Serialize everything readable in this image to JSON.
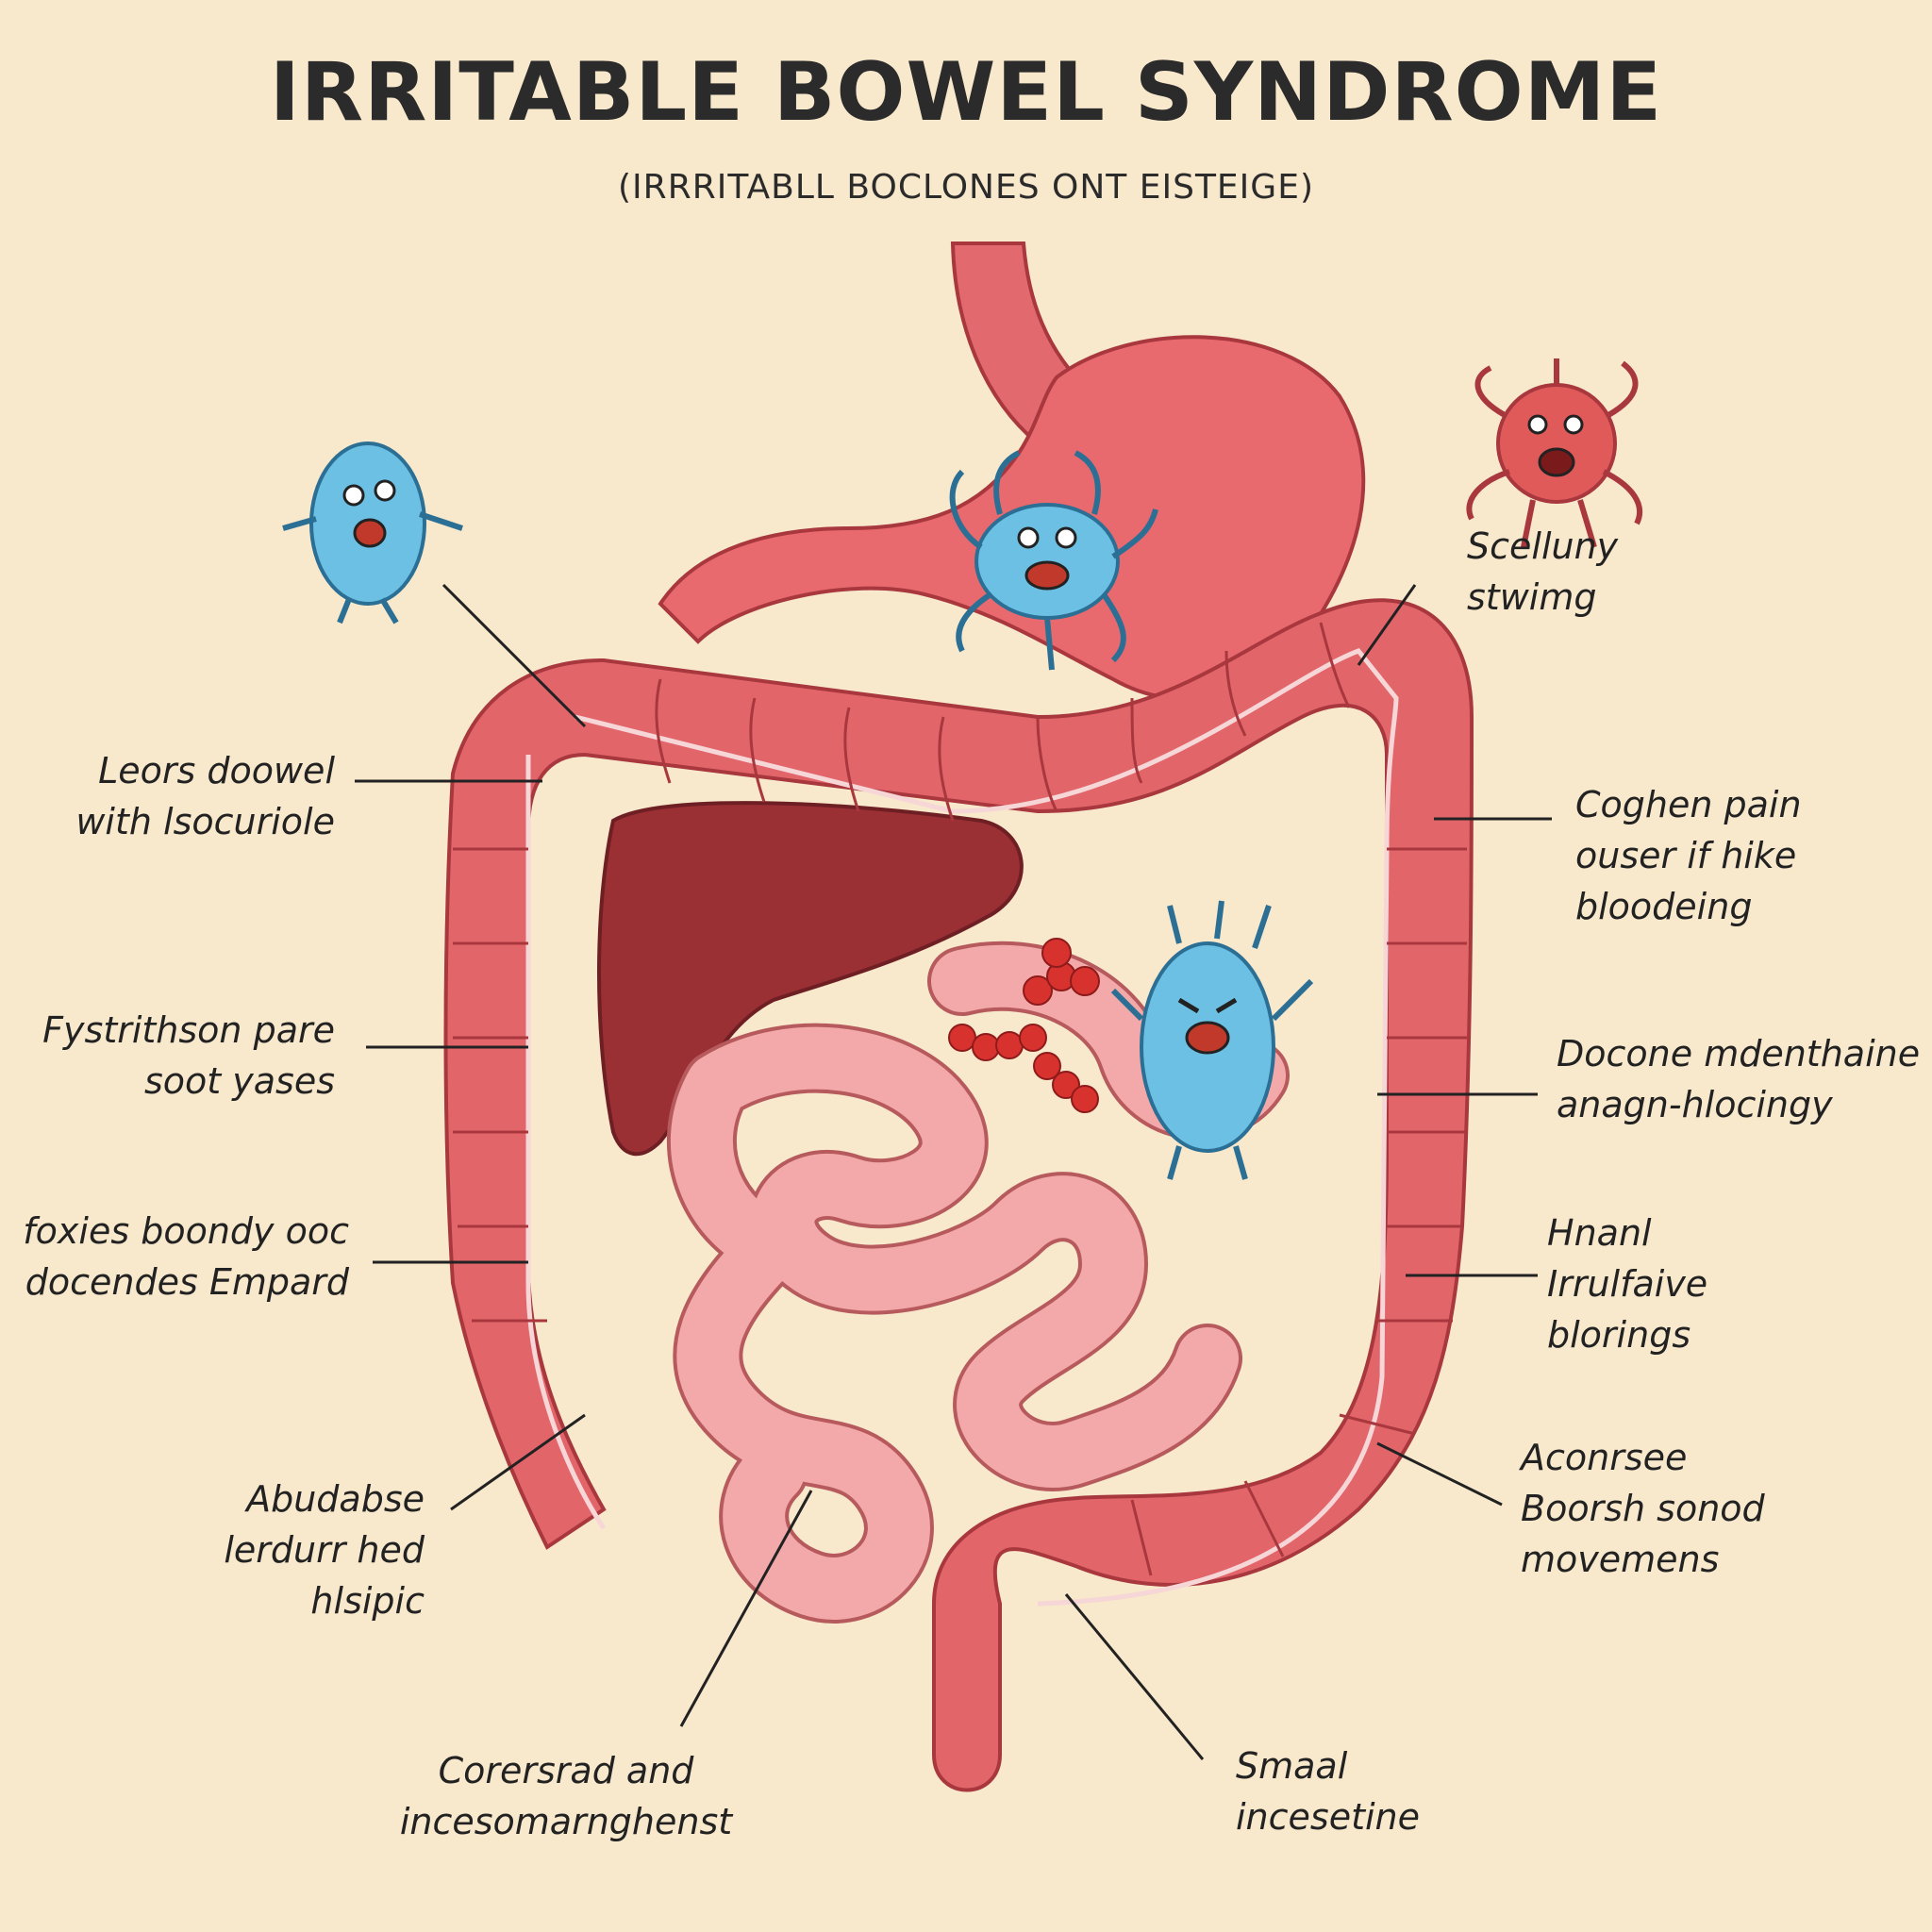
{
  "title": "IRRITABLE BOWEL SYNDROME",
  "subtitle": "(IRRRITABLL BOCLONES ONT EISTEIGE)",
  "labels": {
    "upper_right": "Scelluny\nstwimg",
    "left_1": "Leors doowel\nwith lsocuriole",
    "right_1": "Coghen pain\nouser if hike\nbloodeing",
    "left_2": "Fystrithson pare\nsoot yases",
    "right_2": "Docone mdenthaine\nanagn-hlocingy",
    "left_3": "foxies boondy ooc\ndocendes Empard",
    "right_3": "Hnanl\nIrrulfaive\nblorings",
    "left_4": "Abudabse\nlerdurr hed\nhlsipic",
    "right_4": "Aconrsee\nBoorsh sonod\nmovemens",
    "bottom_center": "Corersrad and\nincesomarnghenst",
    "bottom_right": "Smaal\nincesetine"
  },
  "colors": {
    "background": "#f8e8cc",
    "intestine": "#e26a6e",
    "intestine_dark": "#a8383e",
    "small_intestine": "#f2a8a8",
    "liver": "#9a2f34",
    "microbe_blue": "#6cc0e4",
    "microbe_red": "#e05a5a",
    "line": "#222222"
  }
}
